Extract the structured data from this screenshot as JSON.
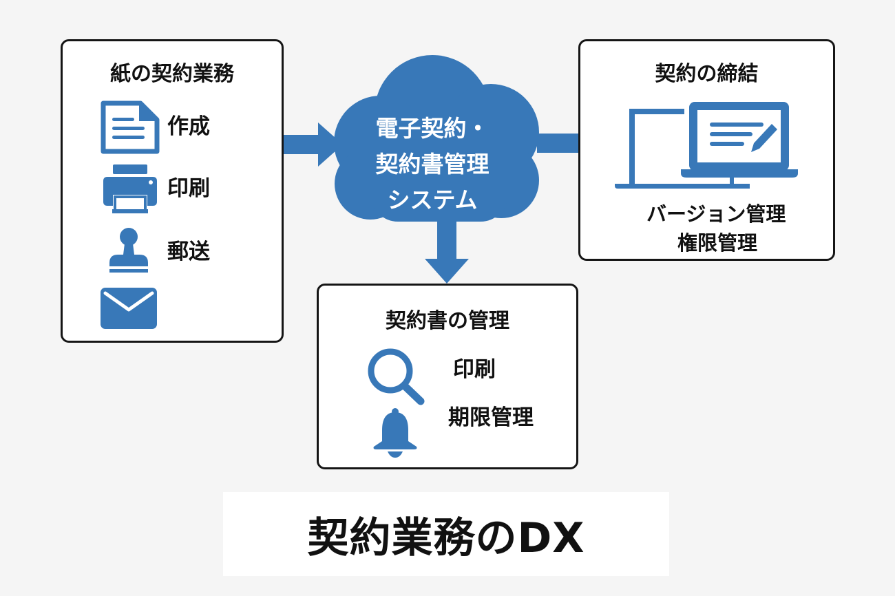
{
  "colors": {
    "accent": "#3878b8",
    "border": "#151515",
    "background": "#f5f5f5"
  },
  "paper_box": {
    "title": "紙の契約業務",
    "items": [
      {
        "icon": "document-icon",
        "label": "作成"
      },
      {
        "icon": "printer-icon",
        "label": "印刷"
      },
      {
        "icon": "stamp-icon",
        "label": "郵送"
      },
      {
        "icon": "envelope-icon",
        "label": ""
      }
    ]
  },
  "cloud": {
    "lines": [
      "電子契約・",
      "契約書管理",
      "システム"
    ]
  },
  "signing_box": {
    "title": "契約の締結",
    "icon": "laptop-signature-icon",
    "items": [
      "バージョン管理",
      "権限管理"
    ]
  },
  "management_box": {
    "title": "契約書の管理",
    "items": [
      {
        "icon": "search-icon",
        "label": "印刷"
      },
      {
        "icon": "bell-icon",
        "label": "期限管理"
      }
    ]
  },
  "footer": {
    "title": "契約業務のDX"
  }
}
